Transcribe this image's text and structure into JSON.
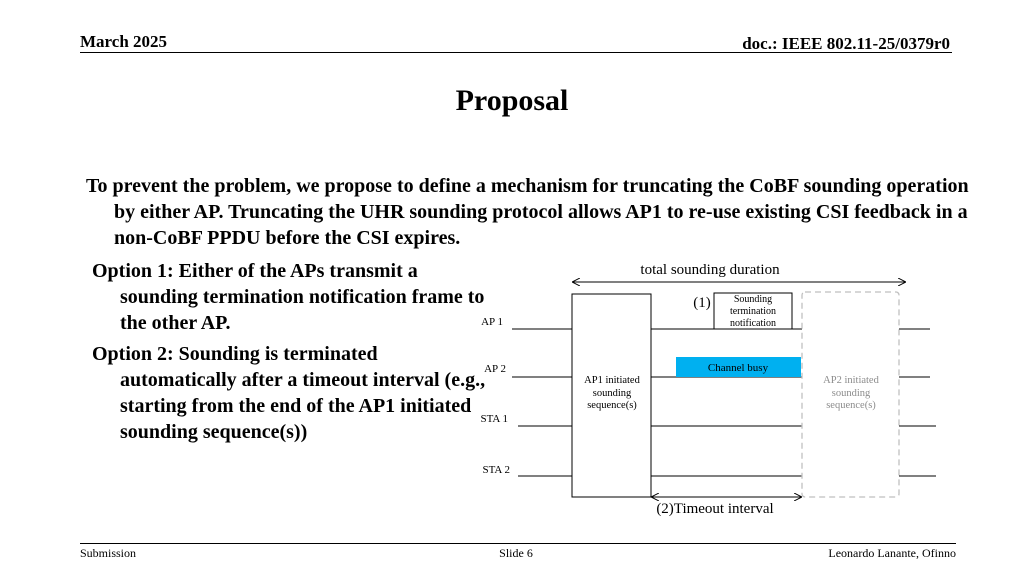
{
  "header": {
    "date": "March 2025",
    "doc": "doc.: IEEE 802.11-25/0379r0"
  },
  "title": "Proposal",
  "intro": "To prevent the problem, we propose to define a mechanism for truncating the CoBF sounding operation by either AP. Truncating the UHR sounding protocol allows AP1 to re-use existing CSI feedback in a non-CoBF PPDU before the CSI expires.",
  "options": [
    "Option 1: Either of the APs transmit a sounding termination notification frame to the other AP.",
    "Option 2: Sounding is terminated automatically after a timeout interval (e.g., starting from the end of the AP1 initiated sounding sequence(s))"
  ],
  "diagram": {
    "total_label": "total sounding duration",
    "rows": [
      "AP 1",
      "AP 2",
      "STA 1",
      "STA 2"
    ],
    "ap1_box": "AP1 initiated sounding sequence(s)",
    "ap2_box": "AP2 initiated sounding sequence(s)",
    "marker1": "(1)",
    "termination_box": "Sounding termination notification",
    "channel_busy": "Channel busy",
    "timeout_label": "(2)Timeout interval",
    "colors": {
      "channel_busy": "#00b0f0",
      "ap2_box_border": "#bfbfbf",
      "ap2_text": "#8c8c8c"
    }
  },
  "footer": {
    "left": "Submission",
    "center": "Slide 6",
    "right": "Leonardo Lanante, Ofinno"
  }
}
